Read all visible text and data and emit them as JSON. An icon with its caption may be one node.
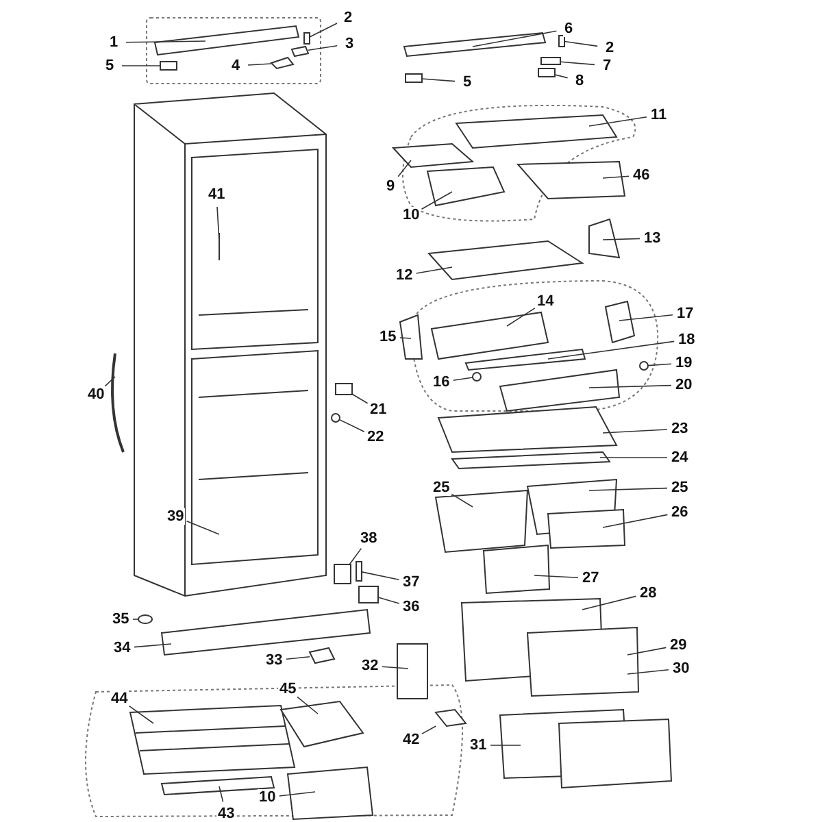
{
  "diagram": {
    "nodes": [
      {
        "text": [
          "1"
        ]
      },
      {
        "text": [
          "2"
        ]
      },
      {
        "text": [
          "3"
        ]
      },
      {
        "text": [
          "4"
        ]
      },
      {
        "text": [
          "5"
        ]
      },
      {
        "text": [
          "6"
        ]
      },
      {
        "text": [
          "2"
        ]
      },
      {
        "text": [
          "7"
        ]
      },
      {
        "text": [
          "5"
        ]
      },
      {
        "text": [
          "8"
        ]
      },
      {
        "text": [
          "11"
        ]
      },
      {
        "text": [
          "9"
        ]
      },
      {
        "text": [
          "46"
        ]
      },
      {
        "text": [
          "10"
        ]
      },
      {
        "text": [
          "13"
        ]
      },
      {
        "text": [
          "12"
        ]
      },
      {
        "text": [
          "14"
        ]
      },
      {
        "text": [
          "17"
        ]
      },
      {
        "text": [
          "15"
        ]
      },
      {
        "text": [
          "18"
        ]
      },
      {
        "text": [
          "19"
        ]
      },
      {
        "text": [
          "16"
        ]
      },
      {
        "text": [
          "20"
        ]
      },
      {
        "text": [
          "41"
        ]
      },
      {
        "text": [
          "40"
        ]
      },
      {
        "text": [
          "21"
        ]
      },
      {
        "text": [
          "22"
        ]
      },
      {
        "text": [
          "23"
        ]
      },
      {
        "text": [
          "24"
        ]
      },
      {
        "text": [
          "25"
        ]
      },
      {
        "text": [
          "25"
        ]
      },
      {
        "text": [
          "26"
        ]
      },
      {
        "text": [
          "39"
        ]
      },
      {
        "text": [
          "38"
        ]
      },
      {
        "text": [
          "37"
        ]
      },
      {
        "text": [
          "27"
        ]
      },
      {
        "text": [
          "28"
        ]
      },
      {
        "text": [
          "36"
        ]
      },
      {
        "text": [
          "35"
        ]
      },
      {
        "text": [
          "34"
        ]
      },
      {
        "text": [
          "33"
        ]
      },
      {
        "text": [
          "32"
        ]
      },
      {
        "text": [
          "29"
        ]
      },
      {
        "text": [
          "30"
        ]
      },
      {
        "text": [
          "44"
        ]
      },
      {
        "text": [
          "45"
        ]
      },
      {
        "text": [
          "42"
        ]
      },
      {
        "text": [
          "31"
        ]
      },
      {
        "text": [
          "43"
        ]
      },
      {
        "text": [
          "10"
        ]
      },
      {
        "text": [],
        "shape": "box"
      },
      {
        "text": [],
        "shape": "box"
      },
      {
        "text": [],
        "shape": "box"
      },
      {
        "text": [],
        "shape": "box"
      },
      {
        "text": [],
        "shape": "box"
      },
      {
        "text": [],
        "shape": "box"
      },
      {
        "text": [],
        "shape": "box"
      },
      {
        "text": [],
        "shape": "box"
      },
      {
        "text": [],
        "shape": "circle"
      },
      {
        "text": [],
        "shape": "circle"
      },
      {
        "text": [],
        "shape": "box"
      },
      {
        "text": [],
        "shape": "circle"
      },
      {
        "text": [],
        "shape": "box"
      },
      {
        "text": [],
        "shape": "box"
      },
      {
        "text": [],
        "shape": "box"
      },
      {
        "text": [],
        "shape": "circle"
      },
      {
        "text": [],
        "shape": "box"
      },
      {
        "text": [],
        "shape": "box"
      }
    ],
    "edges": [
      {
        "from": 0,
        "to": null,
        "arrow": "none"
      },
      {
        "from": 1,
        "to": 50,
        "arrow": "none"
      },
      {
        "from": 2,
        "to": 51,
        "arrow": "none"
      },
      {
        "from": 3,
        "to": 52,
        "arrow": "none"
      },
      {
        "from": 4,
        "to": 53,
        "arrow": "none"
      },
      {
        "from": 5,
        "to": null,
        "arrow": "none"
      },
      {
        "from": 6,
        "to": 54,
        "arrow": "none"
      },
      {
        "from": 7,
        "to": 55,
        "arrow": "none"
      },
      {
        "from": 8,
        "to": 56,
        "arrow": "none"
      },
      {
        "from": 9,
        "to": 57,
        "arrow": "none"
      },
      {
        "from": 10,
        "to": null,
        "arrow": "none"
      },
      {
        "from": 11,
        "to": null,
        "arrow": "none"
      },
      {
        "from": 12,
        "to": null,
        "arrow": "none"
      },
      {
        "from": 13,
        "to": null,
        "arrow": "none"
      },
      {
        "from": 14,
        "to": null,
        "arrow": "none"
      },
      {
        "from": 15,
        "to": null,
        "arrow": "none"
      },
      {
        "from": 16,
        "to": null,
        "arrow": "none"
      },
      {
        "from": 17,
        "to": null,
        "arrow": "none"
      },
      {
        "from": 18,
        "to": null,
        "arrow": "none"
      },
      {
        "from": 19,
        "to": null,
        "arrow": "none"
      },
      {
        "from": 20,
        "to": 58,
        "arrow": "none"
      },
      {
        "from": 21,
        "to": 59,
        "arrow": "none"
      },
      {
        "from": 22,
        "to": null,
        "arrow": "none"
      },
      {
        "from": 23,
        "to": null,
        "arrow": "none"
      },
      {
        "from": 24,
        "to": null,
        "arrow": "none"
      },
      {
        "from": 25,
        "to": 60,
        "arrow": "none"
      },
      {
        "from": 26,
        "to": 61,
        "arrow": "none"
      },
      {
        "from": 27,
        "to": null,
        "arrow": "none"
      },
      {
        "from": 28,
        "to": null,
        "arrow": "none"
      },
      {
        "from": 29,
        "to": null,
        "arrow": "none"
      },
      {
        "from": 30,
        "to": null,
        "arrow": "none"
      },
      {
        "from": 31,
        "to": null,
        "arrow": "none"
      },
      {
        "from": 32,
        "to": null,
        "arrow": "none"
      },
      {
        "from": 33,
        "to": 62,
        "arrow": "none"
      },
      {
        "from": 34,
        "to": 63,
        "arrow": "none"
      },
      {
        "from": 35,
        "to": null,
        "arrow": "none"
      },
      {
        "from": 36,
        "to": null,
        "arrow": "none"
      },
      {
        "from": 37,
        "to": 64,
        "arrow": "none"
      },
      {
        "from": 38,
        "to": 65,
        "arrow": "none"
      },
      {
        "from": 39,
        "to": null,
        "arrow": "none"
      },
      {
        "from": 40,
        "to": 66,
        "arrow": "none"
      },
      {
        "from": 41,
        "to": null,
        "arrow": "none"
      },
      {
        "from": 42,
        "to": null,
        "arrow": "none"
      },
      {
        "from": 43,
        "to": null,
        "arrow": "none"
      },
      {
        "from": 44,
        "to": null,
        "arrow": "none"
      },
      {
        "from": 45,
        "to": null,
        "arrow": "none"
      },
      {
        "from": 46,
        "to": 67,
        "arrow": "none"
      },
      {
        "from": 47,
        "to": null,
        "arrow": "none"
      },
      {
        "from": 48,
        "to": null,
        "arrow": "none"
      },
      {
        "from": 49,
        "to": null,
        "arrow": "none"
      }
    ]
  }
}
